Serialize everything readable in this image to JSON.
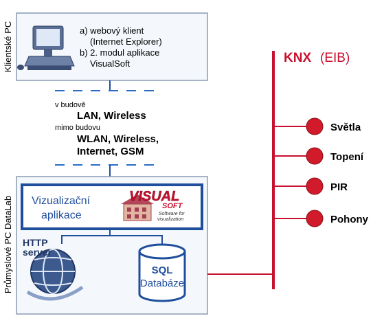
{
  "client_pc": {
    "side_label": "Klientské PC",
    "lines": [
      "a) webový klient",
      "(Internet Explorer)",
      "b) 2. modul aplikace",
      "VisualSoft"
    ]
  },
  "network": {
    "inside_label": "v budově",
    "inside_value": "LAN, Wireless",
    "outside_label": "mimo budovu",
    "outside_value_1": "WLAN, Wireless,",
    "outside_value_2": "Internet, GSM"
  },
  "industrial_pc": {
    "side_label": "Průmyslové PC DataLab",
    "viz_line_1": "Vizualizační",
    "viz_line_2": "aplikace",
    "logo_visual": "VISUAL",
    "logo_soft": "SOFT",
    "logo_tagline_1": "Software for",
    "logo_tagline_2": "visualization",
    "http_label_1": "HTTP",
    "http_label_2": "server",
    "sql_label_1": "SQL",
    "sql_label_2": "Databáze"
  },
  "knx": {
    "title": "KNX",
    "subtitle": "(EIB)",
    "devices": [
      "Světla",
      "Topení",
      "PIR",
      "Pohony"
    ]
  },
  "colors": {
    "bus_red": "#c8102e",
    "box_blue": "#1f4e9c",
    "box_fill": "#eef3fa",
    "dashed_blue": "#2a6cc4"
  }
}
